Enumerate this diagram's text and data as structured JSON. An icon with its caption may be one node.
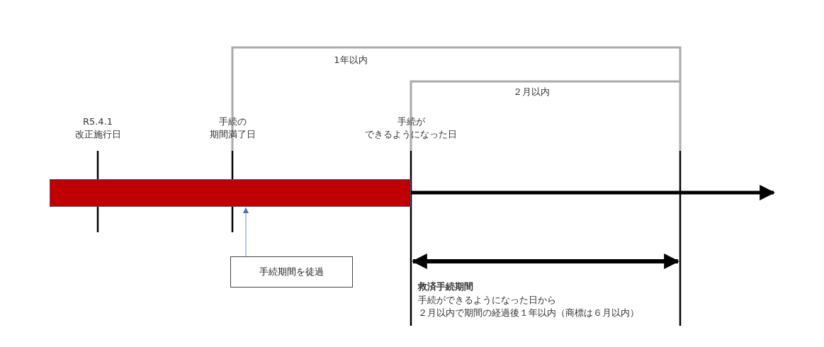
{
  "diagram": {
    "nodes": [
      {
        "text": [
          "手続期間を徒過"
        ]
      },
      {
        "text": [],
        "shape": "bar"
      }
    ],
    "edges": [
      {
        "from": 0,
        "to": 1,
        "arrow": "to"
      }
    ],
    "labels": [
      "1年以内",
      "２月以内",
      "R5.4.1 改正施行日",
      "手続の期間満了日",
      "手続ができるようになった日",
      "救済手続期間",
      "手続ができるようになった日から２月以内で期間の経過後１年以内（商標は６月以内）"
    ]
  }
}
